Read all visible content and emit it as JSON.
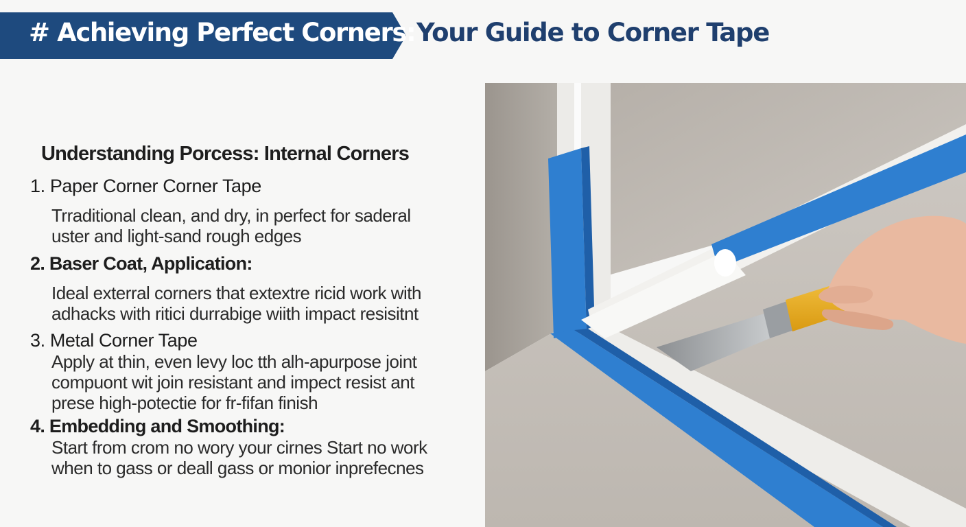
{
  "header": {
    "title": "# Achieving Perfect Corners:",
    "subtitle": "Your Guide to Corner Tape"
  },
  "section": {
    "heading": "Understanding Porcess: Internal Corners"
  },
  "items": [
    {
      "title": "1. Paper Corner Corner Tape",
      "body": [
        "Trradi­tional clean, and dry, in perfect for saderal",
        "uster and light-sand rough edges"
      ]
    },
    {
      "title": "2. Baser Coat, Application:",
      "body": [
        "Ideal exterral corners that extextre ricid work with",
        "adhacks with ritici durrabige wiith impact resisitnt"
      ]
    },
    {
      "title": "3. Metal Corner Tape",
      "body": [
        "Apply at thin, even levy loc tth alh-apurpose joint",
        "compuont wit join resistant and impect resist ant",
        "prese high-potectie for fr-fifan finish"
      ]
    },
    {
      "title": "4. Embedding and Smoothing:",
      "body": [
        "Start from crom no wory your cirnes Start no work",
        "when to gass or deall gass or monior inprefecnes"
      ]
    }
  ],
  "colors": {
    "banner": "#1e4a7e",
    "subtitle": "#1f3f6e",
    "tape_blue": "#2f7fd0",
    "knife_handle": "#f2b125"
  },
  "photo": {
    "icon": "corner-tape-photo"
  }
}
